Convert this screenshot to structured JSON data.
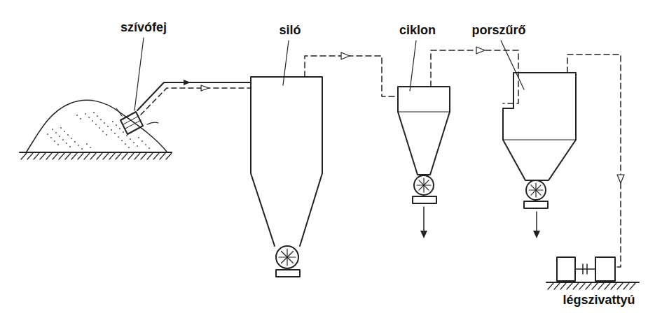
{
  "diagram": {
    "labels": [
      "szívófej",
      "siló",
      "ciklon",
      "porszűrő",
      "légszivattyú"
    ]
  }
}
